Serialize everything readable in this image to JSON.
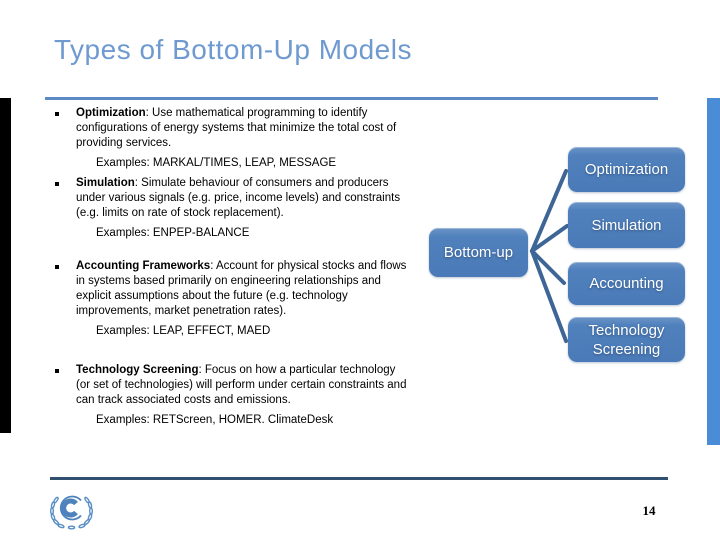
{
  "slide": {
    "title": "Types of Bottom-Up Models",
    "page_number": "14"
  },
  "bullets": [
    {
      "term": "Optimization",
      "desc": ": Use mathematical programming to identify configurations of energy systems that minimize the total cost of providing services.",
      "examples": "Examples: MARKAL/TIMES, LEAP, MESSAGE"
    },
    {
      "term": "Simulation",
      "desc": ": Simulate behaviour of consumers and producers under various signals (e.g. price, income levels) and constraints (e.g. limits on rate of stock replacement).",
      "examples": "Examples: ENPEP-BALANCE"
    },
    {
      "term": "Accounting Frameworks",
      "desc": ": Account for physical stocks and flows in systems based primarily on engineering relationships and explicit assumptions about the future (e.g. technology improvements, market penetration rates).",
      "examples": "Examples: LEAP, EFFECT, MAED"
    },
    {
      "term": "Technology Screening",
      "desc": ": Focus on how a particular technology (or set of technologies) will perform under certain constraints and can track associated costs and emissions.",
      "examples": "Examples: RETScreen, HOMER. ClimateDesk"
    }
  ],
  "diagram": {
    "root_label": "Bottom-up",
    "nodes": [
      {
        "label": "Optimization"
      },
      {
        "label": "Simulation"
      },
      {
        "label": "Accounting"
      },
      {
        "label": "Technology Screening"
      }
    ]
  },
  "colors": {
    "title_blue": "#6f9ad0",
    "title_rule_blue": "#5d89c4",
    "diagram_box_blue": "#4f81bd",
    "connector_blue": "#3d6596",
    "right_bar_blue": "#4a8dd6",
    "footer_rule_navy": "#31506f",
    "left_bar_black": "#000000"
  }
}
